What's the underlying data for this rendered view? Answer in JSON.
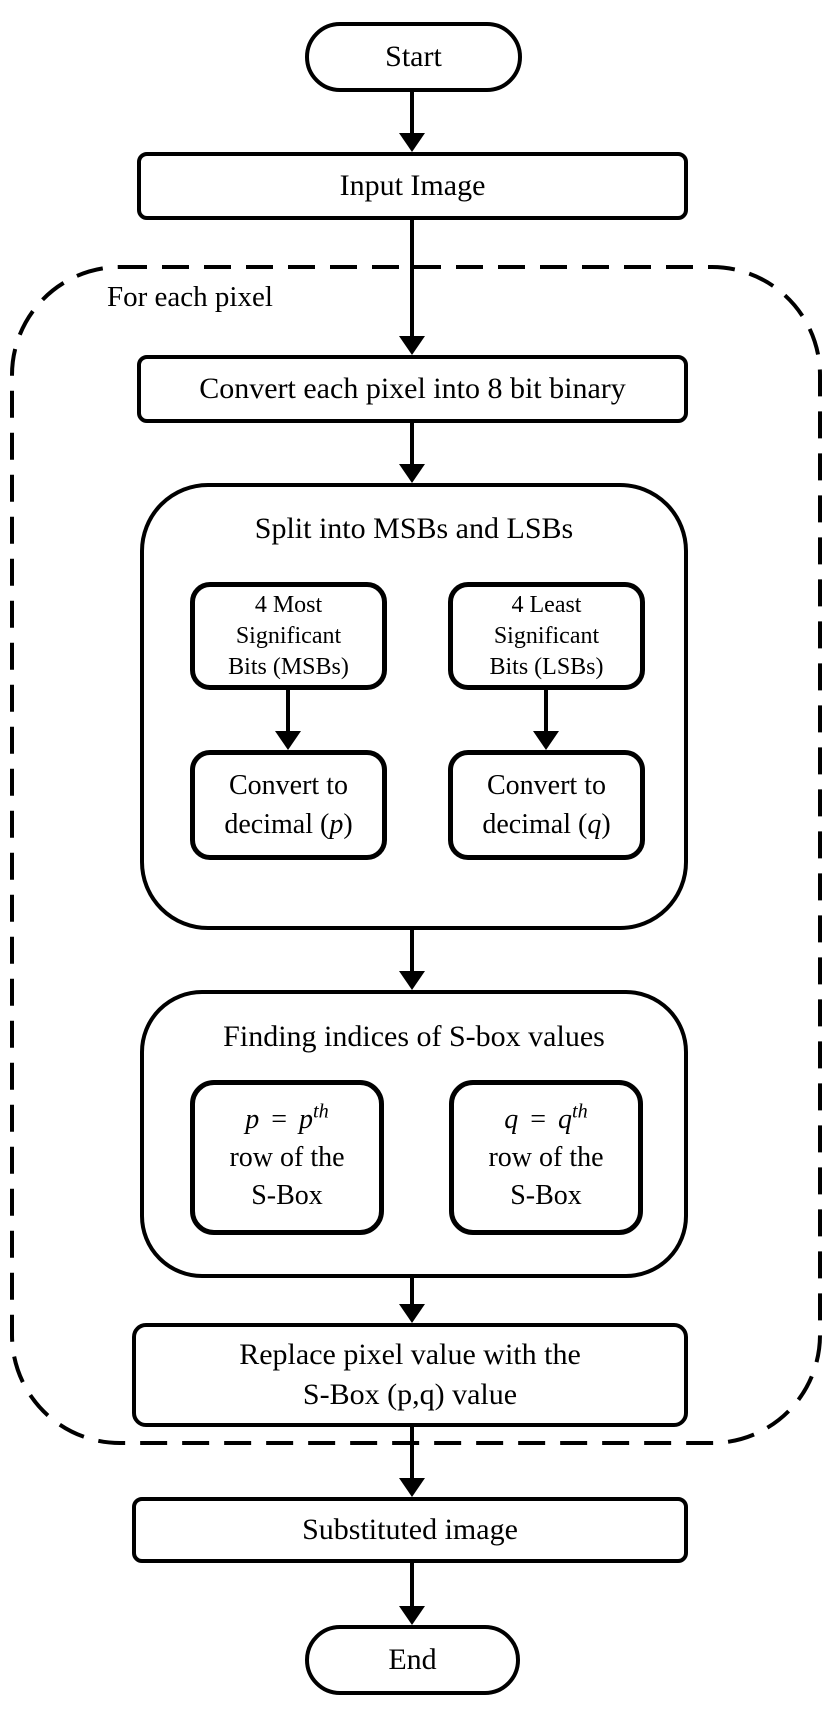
{
  "flowchart": {
    "start_label": "Start",
    "input_image_label": "Input Image",
    "loop_label": "For each pixel",
    "convert_binary_label": "Convert each pixel into 8 bit binary",
    "split": {
      "title": "Split into MSBs and LSBs",
      "msb": {
        "lines": [
          "4 Most",
          "Significant",
          "Bits (MSBs)"
        ]
      },
      "lsb": {
        "lines": [
          "4 Least",
          "Significant",
          "Bits (LSBs)"
        ]
      },
      "to_decimal_p": {
        "line1": "Convert to",
        "prefix": "decimal (",
        "var": "p",
        "suffix": ")"
      },
      "to_decimal_q": {
        "line1": "Convert to",
        "prefix": "decimal (",
        "var": "q",
        "suffix": ")"
      }
    },
    "finding": {
      "title": "Finding indices of S-box values",
      "p_index": {
        "lhs": "p",
        "eq": "=",
        "base": "p",
        "sup": "th",
        "line2": "row of the",
        "line3": "S-Box"
      },
      "q_index": {
        "lhs": "q",
        "eq": "=",
        "base": "q",
        "sup": "th",
        "line2": "row of the",
        "line3": "S-Box"
      }
    },
    "replace": {
      "line1": "Replace pixel value with the",
      "line2": "S-Box (p,q) value"
    },
    "substituted_label": "Substituted image",
    "end_label": "End"
  },
  "colors": {
    "stroke": "#000000",
    "background": "#ffffff"
  }
}
